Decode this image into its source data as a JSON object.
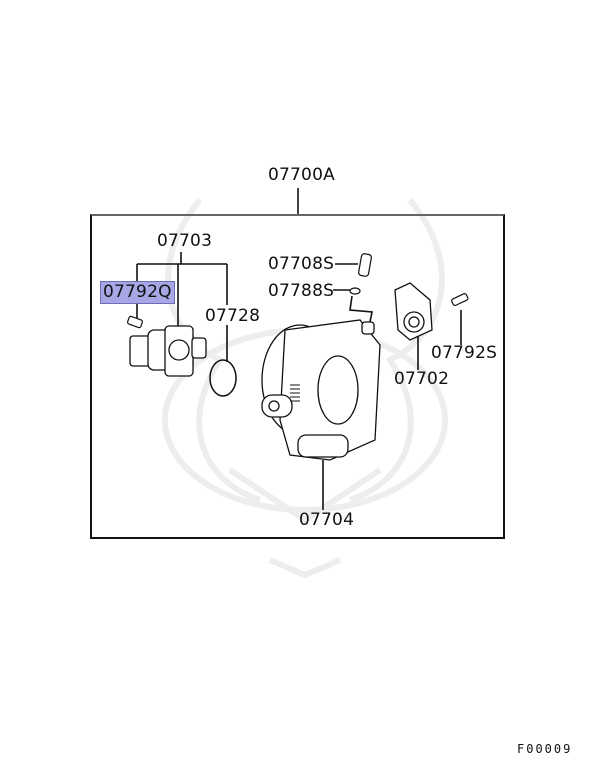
{
  "diagram": {
    "assembly_label": "07700A",
    "callouts": {
      "c07703": "07703",
      "c07792Q": "07792Q",
      "c07728": "07728",
      "c07708S": "07708S",
      "c07788S": "07788S",
      "c07702": "07702",
      "c07792S": "07792S",
      "c07704": "07704"
    },
    "highlighted_part": "07792Q",
    "highlight_color": "#a7a7e6",
    "figure_code": "F00009"
  }
}
